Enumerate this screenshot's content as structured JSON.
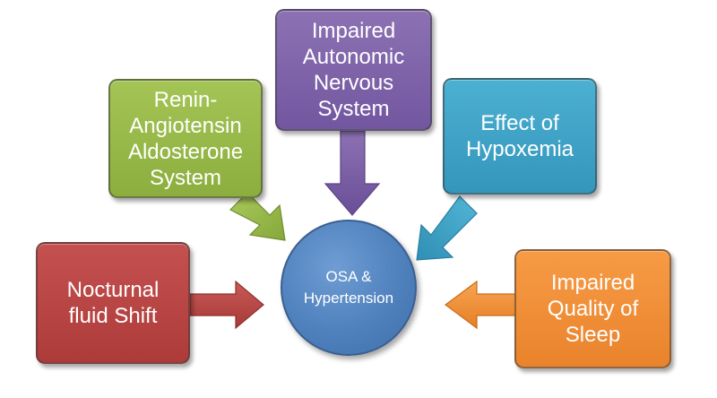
{
  "diagram": {
    "center": {
      "lines": [
        "OSA &",
        "Hypertension"
      ],
      "color": "#4f81bd"
    },
    "factors": [
      {
        "id": "purple",
        "lines": [
          "Impaired",
          "Autonomic",
          "Nervous",
          "System"
        ],
        "color": "#7f63a8"
      },
      {
        "id": "green",
        "lines": [
          "Renin-",
          "Angiotensin",
          "Aldosterone",
          "System"
        ],
        "color": "#9bbb59"
      },
      {
        "id": "blue",
        "lines": [
          "Effect of",
          "Hypoxemia"
        ],
        "color": "#4bacc6"
      },
      {
        "id": "red",
        "lines": [
          "Nocturnal",
          "fluid Shift"
        ],
        "color": "#c0504d"
      },
      {
        "id": "orange",
        "lines": [
          "Impaired",
          "Quality of",
          "Sleep"
        ],
        "color": "#f79646"
      }
    ]
  }
}
